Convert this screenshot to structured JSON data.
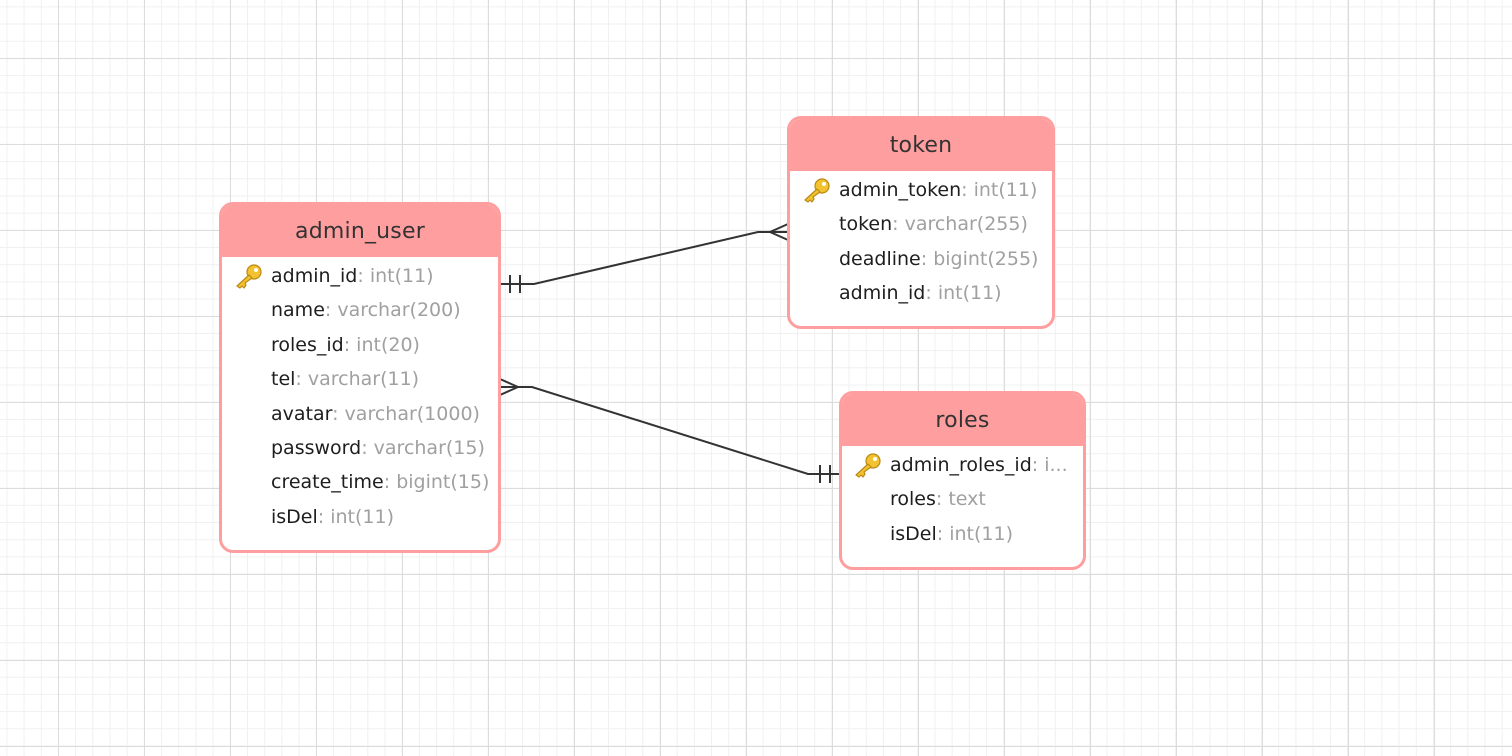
{
  "diagram": {
    "entities": [
      {
        "id": "admin_user",
        "title": "admin_user",
        "fields": [
          {
            "name": "admin_id",
            "type": ": int(11)",
            "primary_key": true
          },
          {
            "name": "name",
            "type": ": varchar(200)",
            "primary_key": false
          },
          {
            "name": "roles_id",
            "type": ": int(20)",
            "primary_key": false
          },
          {
            "name": "tel",
            "type": ": varchar(11)",
            "primary_key": false
          },
          {
            "name": "avatar",
            "type": ": varchar(1000)",
            "primary_key": false
          },
          {
            "name": "password",
            "type": ": varchar(15)",
            "primary_key": false
          },
          {
            "name": "create_time",
            "type": ": bigint(15)",
            "primary_key": false
          },
          {
            "name": "isDel",
            "type": ": int(11)",
            "primary_key": false
          }
        ]
      },
      {
        "id": "token",
        "title": "token",
        "fields": [
          {
            "name": "admin_token",
            "type": ": int(11)",
            "primary_key": true
          },
          {
            "name": "token",
            "type": ": varchar(255)",
            "primary_key": false
          },
          {
            "name": "deadline",
            "type": ": bigint(255)",
            "primary_key": false
          },
          {
            "name": "admin_id",
            "type": ": int(11)",
            "primary_key": false
          }
        ]
      },
      {
        "id": "roles",
        "title": "roles",
        "fields": [
          {
            "name": "admin_roles_id",
            "type": ": i...",
            "primary_key": true
          },
          {
            "name": "roles",
            "type": ": text",
            "primary_key": false
          },
          {
            "name": "isDel",
            "type": ": int(11)",
            "primary_key": false
          }
        ]
      }
    ],
    "relationships": [
      {
        "from": "admin_user",
        "from_cardinality": "one",
        "to": "token",
        "to_cardinality": "many"
      },
      {
        "from": "admin_user",
        "from_cardinality": "many",
        "to": "roles",
        "to_cardinality": "one"
      }
    ],
    "colors": {
      "header": "#ff9e9e",
      "border": "#ff9e9e",
      "title_text": "#333333",
      "field_name": "#1e1e1e",
      "field_type": "#a0a0a0",
      "connector": "#333333",
      "key_icon": "#f2c230"
    },
    "icons": {
      "primary_key": "key-icon"
    }
  }
}
